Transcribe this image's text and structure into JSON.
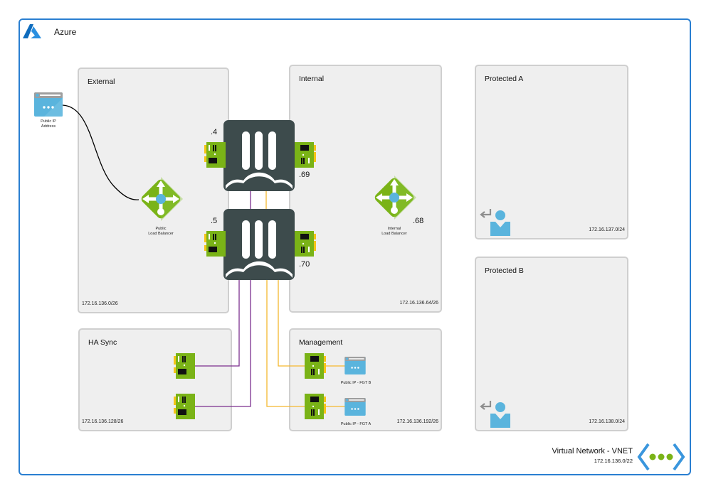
{
  "canvas": {
    "title": "Azure"
  },
  "zones": {
    "external": {
      "title": "External",
      "cidr": "172.16.136.0/26"
    },
    "internal": {
      "title": "Internal",
      "cidr": "172.16.136.64/26"
    },
    "protected_a": {
      "title": "Protected A",
      "cidr": "172.16.137.0/24"
    },
    "protected_b": {
      "title": "Protected B",
      "cidr": "172.16.138.0/24"
    },
    "ha_sync": {
      "title": "HA Sync",
      "cidr": "172.16.136.128/26"
    },
    "management": {
      "title": "Management",
      "cidr": "172.16.136.192/26"
    }
  },
  "nodes": {
    "public_ip": {
      "label_line1": "Public IP",
      "label_line2": "Address",
      "icon": "public-ip-icon"
    },
    "public_lb": {
      "label_line1": "Public",
      "label_line2": "Load Balancer",
      "icon": "load-balancer-icon"
    },
    "internal_lb": {
      "label_line1": "Internal",
      "label_line2": "Load Balancer",
      "suffix": ".68",
      "icon": "load-balancer-icon"
    },
    "fgt_a": {
      "external_ip": ".4",
      "internal_ip": ".69",
      "icon": "fortigate-icon"
    },
    "fgt_b": {
      "external_ip": ".5",
      "internal_ip": ".70",
      "icon": "fortigate-icon"
    },
    "mgmt_ip_b": {
      "label": "Public IP - FGT B",
      "icon": "public-ip-icon"
    },
    "mgmt_ip_a": {
      "label": "Public IP - FGT A",
      "icon": "public-ip-icon"
    }
  },
  "vnet": {
    "title": "Virtual Network - VNET",
    "cidr": "172.16.136.0/22",
    "icon": "vnet-icon"
  },
  "colors": {
    "frame": "#2a7fd1",
    "zone_bg": "#efefef",
    "zone_border": "#cfcfcf",
    "fortigate": "#3d4b4c",
    "nic_green": "#7ab317",
    "lb_green": "#7ab317",
    "ip_blue": "#5ab4dd",
    "ha_link": "#7b2f8e",
    "mgmt_link": "#f5b82e",
    "vnet_chevron": "#3a96dd",
    "vnet_dots": "#7ab317"
  }
}
